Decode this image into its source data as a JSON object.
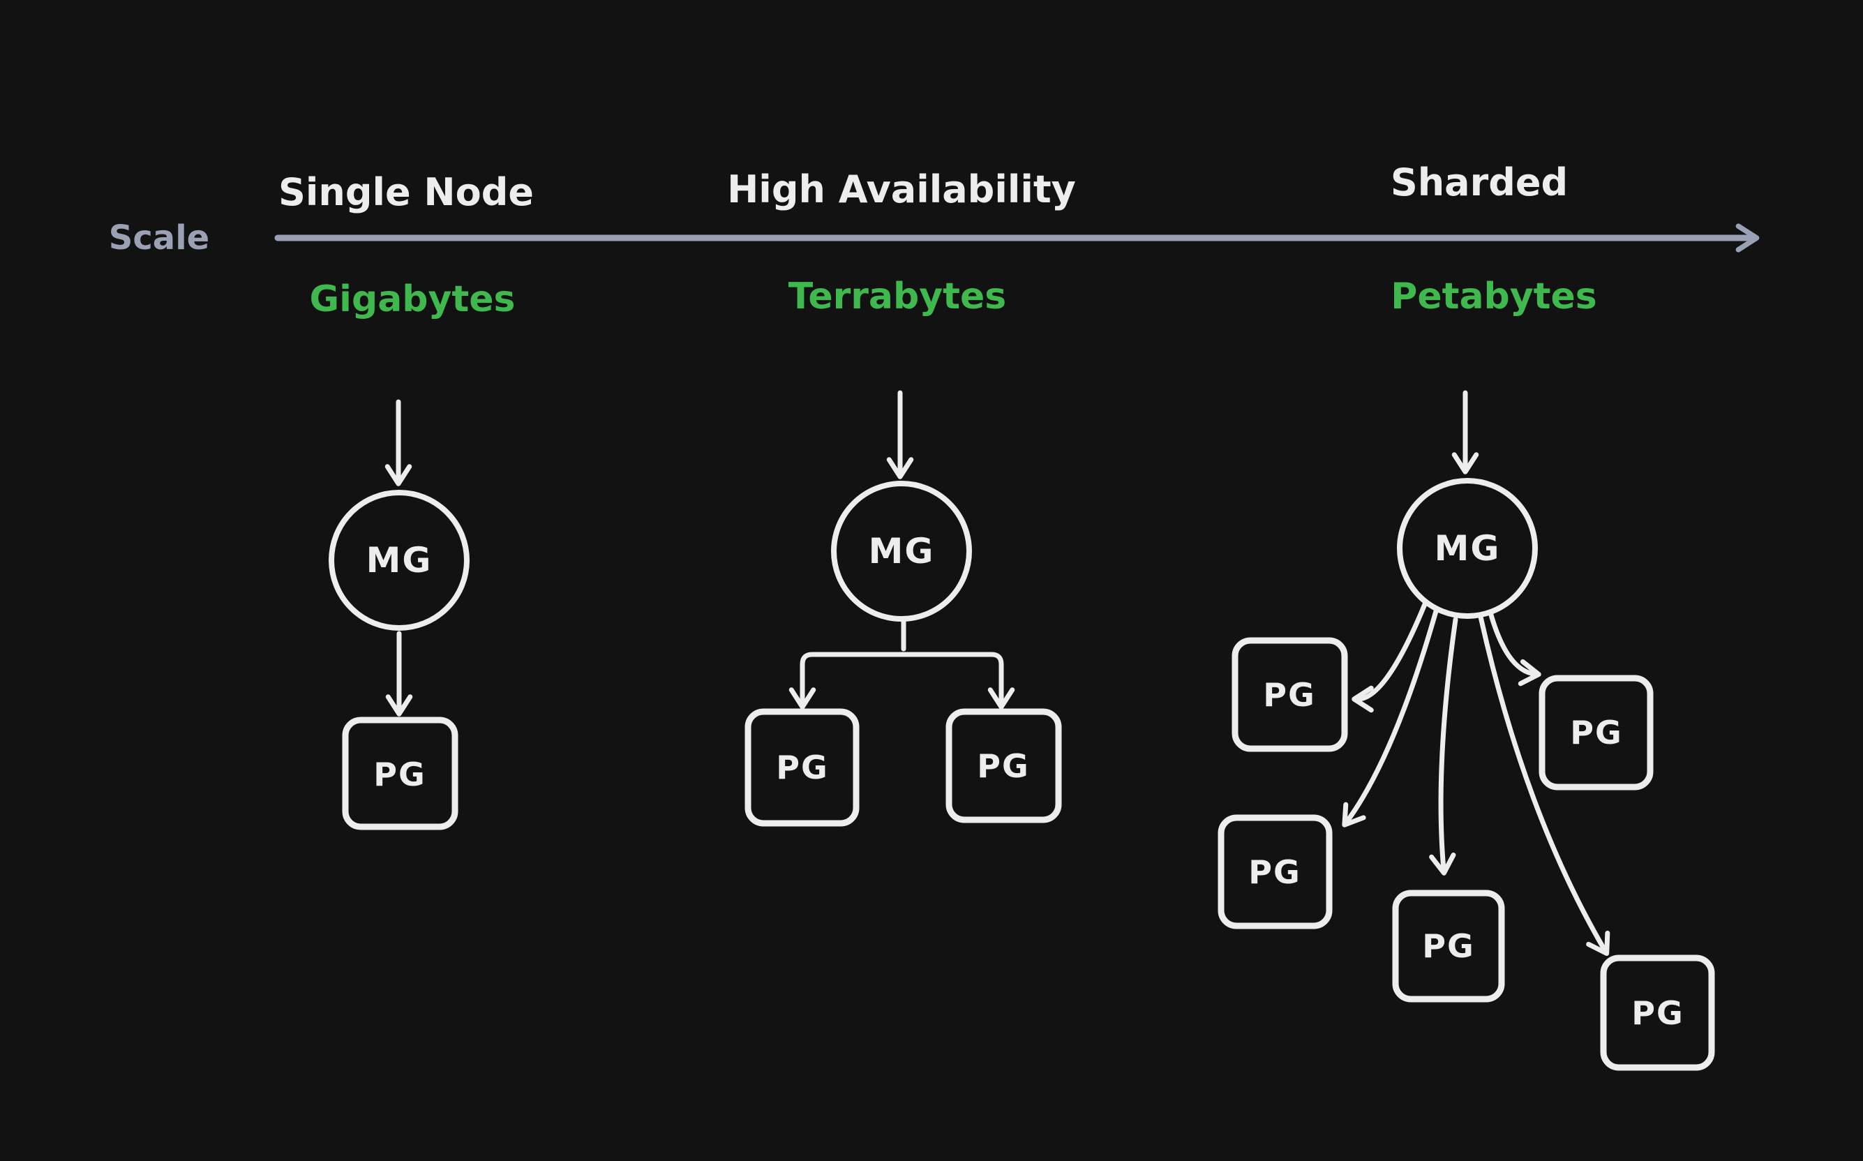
{
  "colors": {
    "bg": "#121212",
    "node": "#ededed",
    "axis": "#9aa1b4",
    "green": "#3fb94e"
  },
  "axis": {
    "label": "Scale"
  },
  "stages": [
    {
      "title": "Single Node",
      "capacity": "Gigabytes",
      "primary": "MG",
      "replicas": [
        "PG"
      ]
    },
    {
      "title": "High Availability",
      "capacity": "Terrabytes",
      "primary": "MG",
      "replicas": [
        "PG",
        "PG"
      ]
    },
    {
      "title": "Sharded",
      "capacity": "Petabytes",
      "primary": "MG",
      "replicas": [
        "PG",
        "PG",
        "PG",
        "PG",
        "PG"
      ]
    }
  ]
}
